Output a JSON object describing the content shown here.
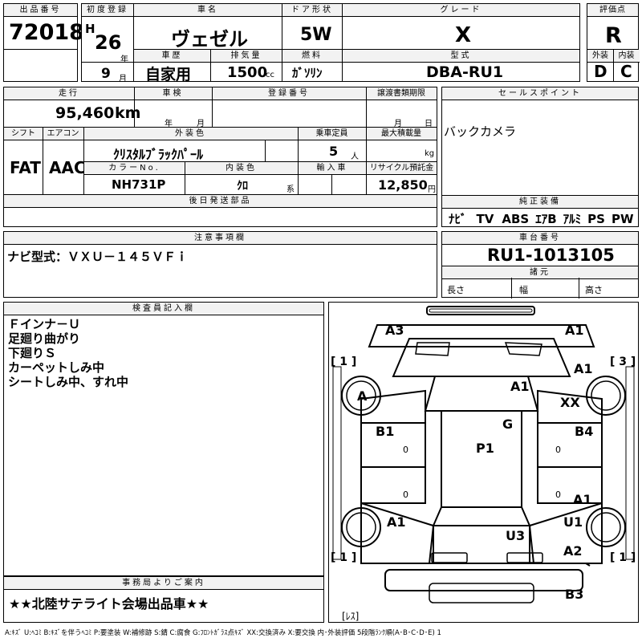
{
  "header": {
    "lot_label": "出品番号",
    "lot_number": "72018",
    "first_reg_label": "初度登録",
    "era": "H",
    "year": "26",
    "year_unit": "年",
    "month": "9",
    "month_unit": "月",
    "car_name_label": "車名",
    "car_name": "ヴェゼル",
    "history_label": "車歴",
    "history": "自家用",
    "displacement_label": "排気量",
    "displacement": "1500",
    "displacement_unit": "cc",
    "door_label": "ドア形状",
    "door": "5W",
    "fuel_label": "燃料",
    "fuel": "ｶﾞｿﾘﾝ",
    "grade_label": "グレード",
    "grade": "X",
    "model_label": "型式",
    "model": "DBA-RU1",
    "score_label": "評価点",
    "score": "R",
    "exterior_label": "外装",
    "exterior": "D",
    "interior_label": "内装",
    "interior": "C"
  },
  "specs": {
    "mileage_label": "走行",
    "mileage": "95,460",
    "mileage_unit": "km",
    "inspection_label": "車検",
    "inspection_year_unit": "年",
    "inspection_month_unit": "月",
    "reg_no_label": "登録番号",
    "transfer_label": "譲渡書類期限",
    "transfer_month_unit": "月",
    "transfer_day_unit": "日",
    "shift_label": "シフト",
    "shift": "FAT",
    "ac_label": "エアコン",
    "ac": "AAC",
    "ext_color_label": "外装色",
    "ext_color": "ｸﾘｽﾀﾙﾌﾞﾗｯｸﾊﾟｰﾙ",
    "capacity_label": "乗車定員",
    "capacity": "5",
    "capacity_unit": "人",
    "max_load_label": "最大積載量",
    "max_load_unit": "kg",
    "color_no_label": "カラーNo.",
    "color_no": "NH731P",
    "int_color_label": "内装色",
    "int_color": "ｸﾛ",
    "int_color_unit": "系",
    "import_label": "輸入車",
    "recycle_label": "リサイクル預託金",
    "recycle": "12,850",
    "recycle_unit": "円",
    "later_parts_label": "後日発送部品"
  },
  "sales": {
    "label": "セールスポイント",
    "text": "バックカメラ",
    "equipment_label": "純正装備",
    "equipment": [
      "ﾅﾋﾞ",
      "TV",
      "ABS",
      "ｴｱB",
      "ｱﾙﾐ",
      "PS",
      "PW"
    ]
  },
  "caution": {
    "label": "注意事項欄",
    "text": "ナビ型式：ＶＸＵ－１４５ＶＦｉ"
  },
  "chassis": {
    "label": "車台番号",
    "number": "RU1-1013105",
    "dims_label": "諸元",
    "length_label": "長さ",
    "width_label": "幅",
    "height_label": "高さ"
  },
  "inspector": {
    "label": "検査員記入欄",
    "lines": [
      "Ｆインナ－Ｕ",
      "足廻り曲がり",
      "下廻りＳ",
      "カーペットしみ中",
      "シートしみ中、すれ中"
    ]
  },
  "office": {
    "label": "事務局よりご案内",
    "text": "★★北陸サテライト会場出品車★★"
  },
  "diagram": {
    "marks": [
      "A3",
      "A1",
      "A1",
      "A1",
      "XX",
      "A",
      "G",
      "B1",
      "P1",
      "B4",
      "A1",
      "A1",
      "U1",
      "U3",
      "A2",
      "B3"
    ],
    "side_marks": [
      "[ 1 ]",
      "[ 3 ]",
      "[ 1 ]",
      "[ 1 ]",
      "[ﾚｽ]"
    ],
    "zeros": [
      "0",
      "0",
      "0",
      "0"
    ]
  },
  "legend": "A:ｷｽﾞ U:ﾍｺﾐ B:ｷｽﾞを伴うﾍｺﾐ P:要塗装 W:補修跡 S:錆 C:腐食 G:ﾌﾛﾝﾄｶﾞﾗｽ点ｷｽﾞ XX:交換済み X:要交換 内･外装評価 5段階ﾗﾝｸ順(A･B･C･D･E) 1"
}
